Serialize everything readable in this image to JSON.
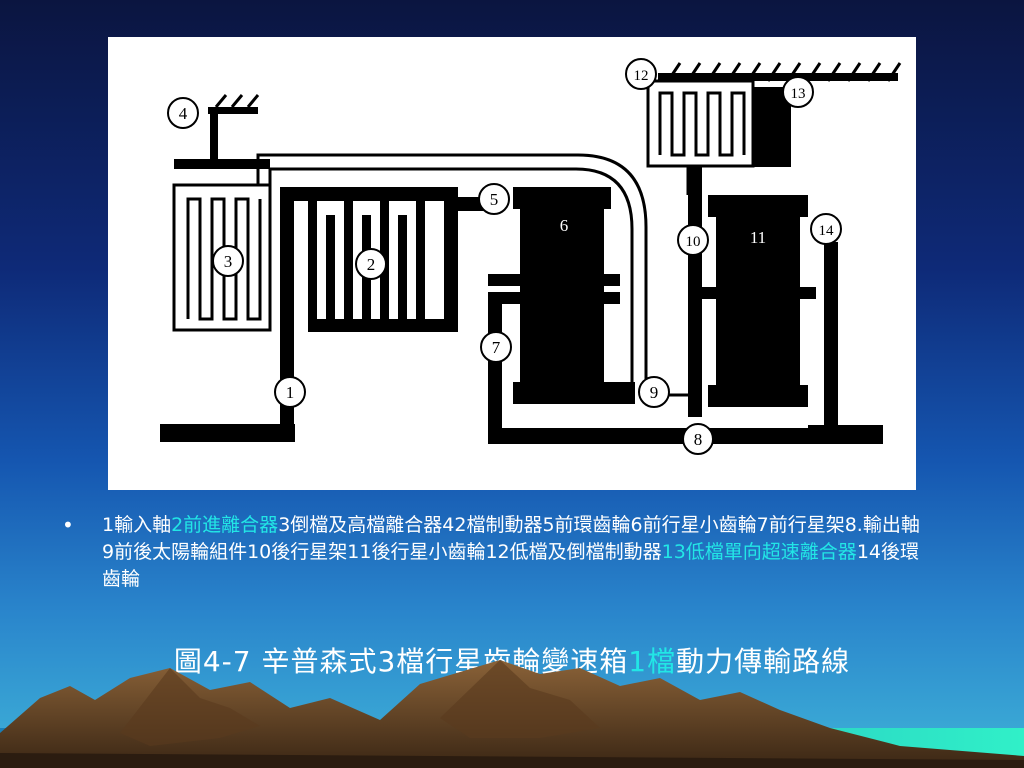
{
  "diagram": {
    "labels": {
      "l1": "1",
      "l2": "2",
      "l3": "3",
      "l4": "4",
      "l5": "5",
      "l6": "6",
      "l7": "7",
      "l8": "8",
      "l9": "9",
      "l10": "10",
      "l11": "11",
      "l12": "12",
      "l13": "13",
      "l14": "14"
    }
  },
  "legend": {
    "bullet": "•",
    "segments": [
      {
        "text": "1輸入軸",
        "highlight": false
      },
      {
        "text": "2前進離合器",
        "highlight": true
      },
      {
        "text": "3倒檔及高檔離合器42檔制動器5前環齒輪6前行星小齒輪7前行星架8.輸出軸9前後太陽輪組件10後行星架11後行星小齒輪12低檔及倒檔制動器",
        "highlight": false
      },
      {
        "text": "13低檔單向超速離合器",
        "highlight": true
      },
      {
        "text": "14後環齒輪",
        "highlight": false
      }
    ]
  },
  "title": {
    "part1": "圖4-7  辛普森式3檔行星齒輪變速箱",
    "part2": "1檔",
    "part3": "動力傳輸路線"
  },
  "colors": {
    "highlight": "#22e6e6",
    "text": "#ffffff",
    "diagram_ink": "#000000",
    "mountain_brown": "#7a5230",
    "sea": "#2ee0c8"
  }
}
